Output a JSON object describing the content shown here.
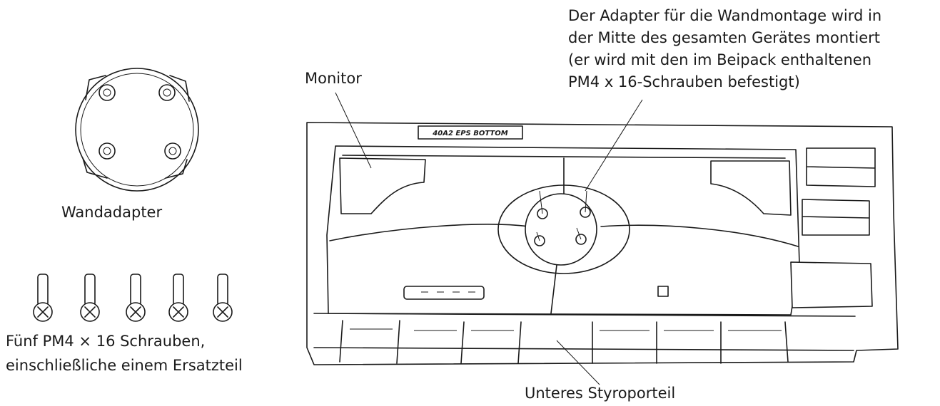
{
  "labels": {
    "monitor": "Monitor",
    "wall_adapter": "Wandadapter",
    "screws_line1": "Fünf PM4 × 16 Schrauben,",
    "screws_line2": "einschließliche einem Ersatzteil",
    "adapter_note": [
      "Der Adapter für die Wandmontage wird in",
      "der Mitte des gesamten Gerätes montiert",
      "(er wird mit den im Beipack enthaltenen",
      "PM4 x 16-Schrauben befestigt)"
    ],
    "bottom_foam": "Unteres Styroporteil",
    "foam_stamp": "40A2 EPS BOTTOM"
  }
}
